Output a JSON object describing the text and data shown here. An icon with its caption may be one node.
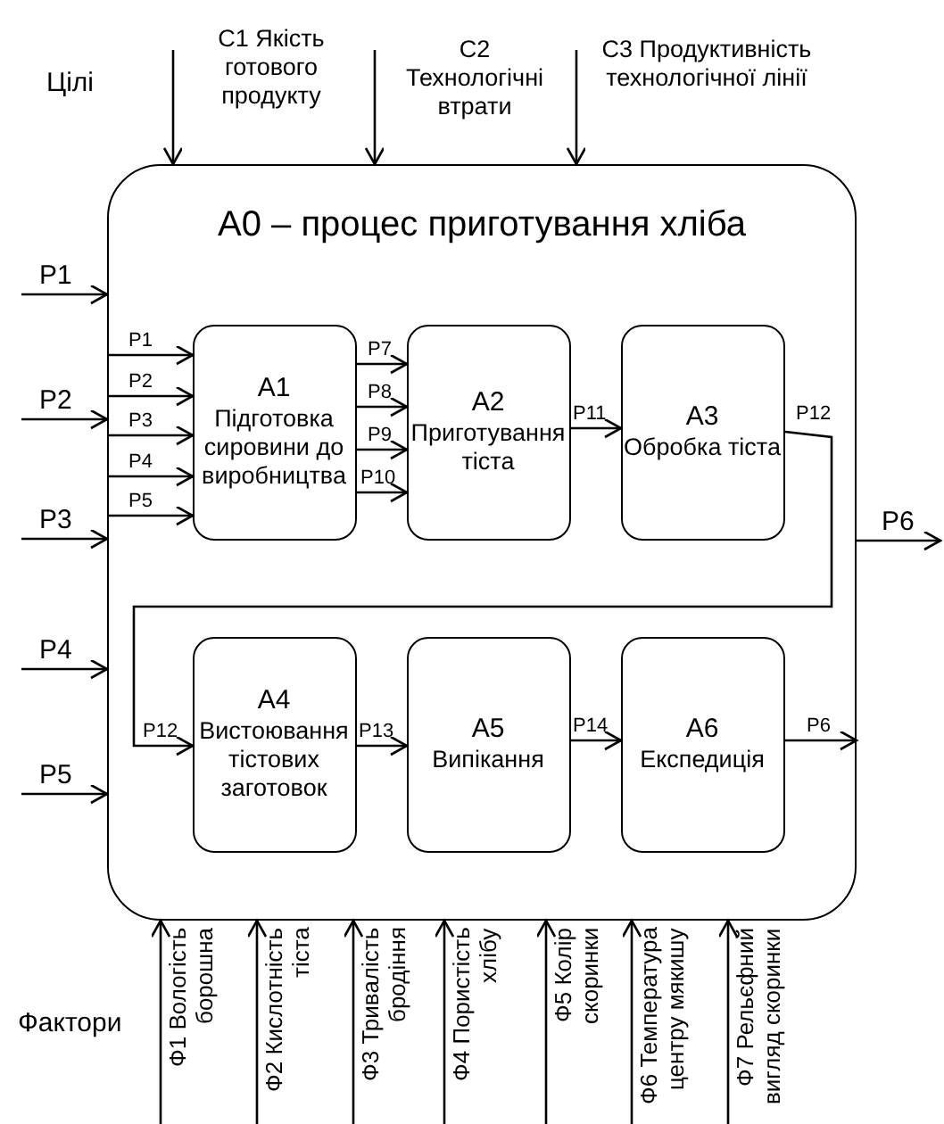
{
  "diagram": {
    "nodes": [
      {
        "text": [
          "A0 – процес приготування хліба"
        ]
      },
      {
        "text": [
          "A1",
          "Підготовка сировини до виробництва"
        ],
        "in": 0
      },
      {
        "text": [
          "A2",
          "Приготування тіста"
        ],
        "in": 0
      },
      {
        "text": [
          "A3",
          "Обробка тіста"
        ],
        "in": 0
      },
      {
        "text": [
          "A4",
          "Вистоювання тістових заготовок"
        ],
        "in": 0
      },
      {
        "text": [
          "A5",
          "Випікання"
        ],
        "in": 0
      },
      {
        "text": [
          "A6",
          "Експедиція"
        ],
        "in": 0
      }
    ],
    "edges": [
      {
        "from": null,
        "to": 0,
        "arrow": "to",
        "label": "P1"
      },
      {
        "from": null,
        "to": 0,
        "arrow": "to",
        "label": "P2"
      },
      {
        "from": null,
        "to": 0,
        "arrow": "to",
        "label": "P3"
      },
      {
        "from": null,
        "to": 0,
        "arrow": "to",
        "label": "P4"
      },
      {
        "from": null,
        "to": 0,
        "arrow": "to",
        "label": "P5"
      },
      {
        "from": null,
        "to": 0,
        "arrow": "to",
        "label": "C1 Якість готового продукту"
      },
      {
        "from": null,
        "to": 0,
        "arrow": "to",
        "label": "C2 Технологічні втрати"
      },
      {
        "from": null,
        "to": 0,
        "arrow": "to",
        "label": "C3 Продуктивність технологічної лінії"
      },
      {
        "from": 0,
        "to": null,
        "arrow": "to",
        "label": "P6"
      },
      {
        "from": null,
        "to": 0,
        "arrow": "to",
        "label": "Ф1 Вологість борошна"
      },
      {
        "from": null,
        "to": 0,
        "arrow": "to",
        "label": "Ф2 Кислотність тіста"
      },
      {
        "from": null,
        "to": 0,
        "arrow": "to",
        "label": "Ф3 Тривалість бродіння"
      },
      {
        "from": null,
        "to": 0,
        "arrow": "to",
        "label": "Ф4 Пористість хлібу"
      },
      {
        "from": null,
        "to": 0,
        "arrow": "to",
        "label": "Ф5 Колір скоринки"
      },
      {
        "from": null,
        "to": 0,
        "arrow": "to",
        "label": "Ф6 Температура центру мякишу"
      },
      {
        "from": null,
        "to": 0,
        "arrow": "to",
        "label": "Ф7 Рельєфний вигляд скоринки"
      },
      {
        "from": null,
        "to": 1,
        "arrow": "to",
        "label": "P1"
      },
      {
        "from": null,
        "to": 1,
        "arrow": "to",
        "label": "P2"
      },
      {
        "from": null,
        "to": 1,
        "arrow": "to",
        "label": "P3"
      },
      {
        "from": null,
        "to": 1,
        "arrow": "to",
        "label": "P4"
      },
      {
        "from": null,
        "to": 1,
        "arrow": "to",
        "label": "P5"
      },
      {
        "from": 1,
        "to": 2,
        "arrow": "to",
        "label": "P7"
      },
      {
        "from": 1,
        "to": 2,
        "arrow": "to",
        "label": "P8"
      },
      {
        "from": 1,
        "to": 2,
        "arrow": "to",
        "label": "P9"
      },
      {
        "from": 1,
        "to": 2,
        "arrow": "to",
        "label": "P10"
      },
      {
        "from": 2,
        "to": 3,
        "arrow": "to",
        "label": "P11"
      },
      {
        "from": 3,
        "to": 4,
        "arrow": "to",
        "label": "P12"
      },
      {
        "from": 4,
        "to": 5,
        "arrow": "to",
        "label": "P13"
      },
      {
        "from": 5,
        "to": 6,
        "arrow": "to",
        "label": "P14"
      },
      {
        "from": 6,
        "to": null,
        "arrow": "to",
        "label": "P6"
      }
    ],
    "labels": [
      "Цілі",
      "P12",
      "Фактори"
    ]
  }
}
